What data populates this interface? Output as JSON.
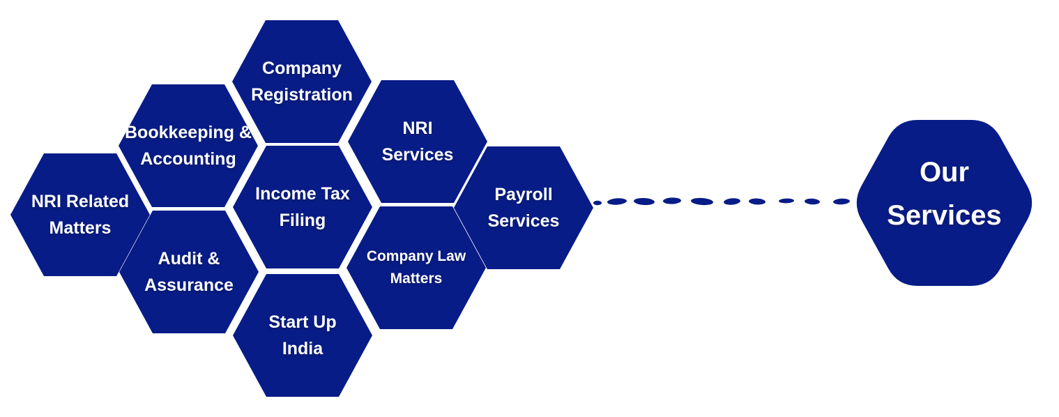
{
  "colors": {
    "navy": "#081C87",
    "background": "#FFFFFF",
    "text": "#FFFFFF"
  },
  "nodes": [
    {
      "id": "company-registration",
      "label": "Company\nRegistration"
    },
    {
      "id": "bookkeeping-accounting",
      "label": "Bookkeeping &\nAccounting"
    },
    {
      "id": "nri-services",
      "label": "NRI\nServices"
    },
    {
      "id": "nri-related-matters",
      "label": "NRI Related\nMatters"
    },
    {
      "id": "income-tax-filing",
      "label": "Income Tax\nFiling"
    },
    {
      "id": "payroll-services",
      "label": "Payroll\nServices"
    },
    {
      "id": "audit-assurance",
      "label": "Audit &\nAssurance"
    },
    {
      "id": "company-law-matters",
      "label": "Company Law\nMatters"
    },
    {
      "id": "startup-india",
      "label": "Start Up\nIndia"
    }
  ],
  "hub": {
    "label": "Our\nServices"
  },
  "connector": {
    "style": "hand-drawn dashed line",
    "dash_count": 10
  }
}
